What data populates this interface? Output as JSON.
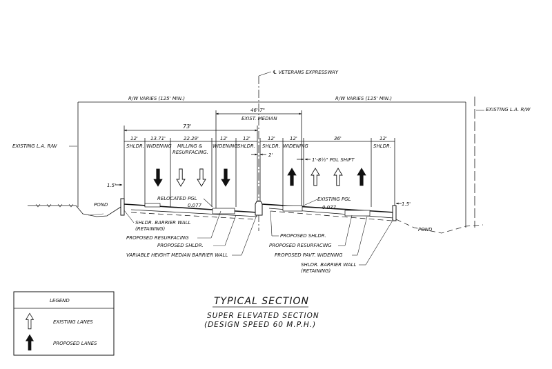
{
  "centerline": "℄ VETERANS EXPRESSWAY",
  "row": {
    "left": "R/W VARIES (125' MIN.)",
    "right": "R/W VARIES (125' MIN.)"
  },
  "existing_row": {
    "left": "EXISTING L.A. R/W",
    "right": "EXISTING L.A. R/W"
  },
  "median": {
    "width": "46'-7\"",
    "label": "EXIST. MEDIAN"
  },
  "overall_width": "73'",
  "lanes_left": [
    {
      "width": "12'",
      "label1": "SHLDR.",
      "label2": ""
    },
    {
      "width": "13.71'",
      "label1": "WIDENING",
      "label2": ""
    },
    {
      "width": "22.29'",
      "label1": "MILLING &",
      "label2": "RESURFACING."
    },
    {
      "width": "12'",
      "label1": "WIDENING",
      "label2": ""
    },
    {
      "width": "12'",
      "label1": "SHLDR.",
      "label2": ""
    }
  ],
  "lanes_right": [
    {
      "width": "12'",
      "label1": "SHLDR.",
      "label2": ""
    },
    {
      "width": "12'",
      "label1": "WIDENING",
      "label2": ""
    },
    {
      "width": "36'",
      "label1": "",
      "label2": ""
    },
    {
      "width": "12'",
      "label1": "SHLDR.",
      "label2": ""
    }
  ],
  "dims": {
    "two_ft": "2'",
    "pgl_shift": "1'-8½\" PGL SHIFT",
    "left_offset": "1.5'",
    "right_offset": "1.5'"
  },
  "slopes": {
    "left": "0.077",
    "right": "0.077"
  },
  "callouts": {
    "relocated_pgl": "RELOCATED PGL",
    "existing_pgl": "EXISTING PGL",
    "pond_left": "POND",
    "pond_right": "POND",
    "shldr_barrier_left": "SHLDR. BARRIER WALL",
    "retaining_left": "(RETAINING)",
    "proposed_resurfacing_left": "PROPOSED RESURFACING",
    "proposed_shldr_left": "PROPOSED SHLDR.",
    "median_barrier": "VARIABLE HEIGHT MEDIAN BARRIER WALL",
    "proposed_shldr_right": "PROPOSED SHLDR.",
    "proposed_resurfacing_right": "PROPOSED RESURFACING",
    "proposed_widening_right": "PROPOSED PAVT. WIDENING",
    "shldr_barrier_right": "SHLDR. BARRIER WALL",
    "retaining_right": "(RETAINING)"
  },
  "legend": {
    "title": "LEGEND",
    "existing": "EXISTING LANES",
    "proposed": "PROPOSED LANES"
  },
  "title": {
    "main": "TYPICAL SECTION",
    "line1": "SUPER ELEVATED SECTION",
    "line2": "(DESIGN SPEED 60 M.P.H.)"
  }
}
